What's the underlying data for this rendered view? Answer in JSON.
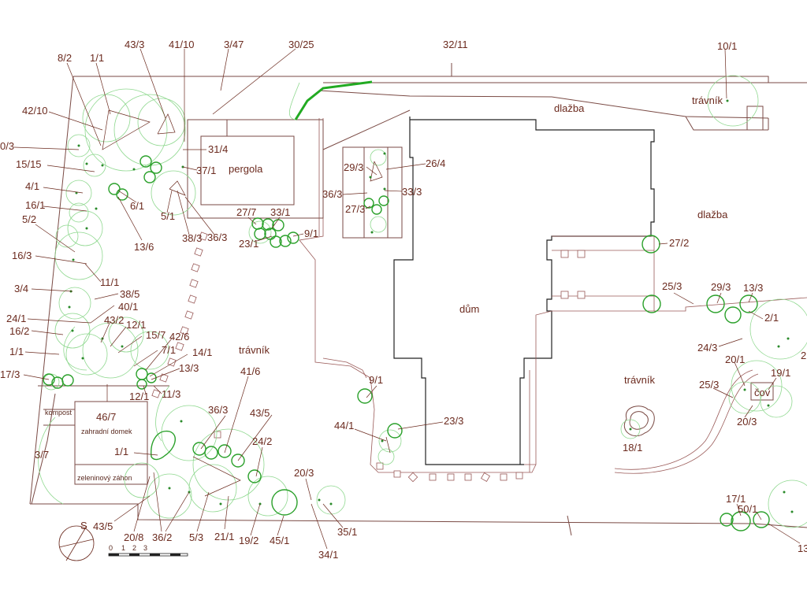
{
  "areas": {
    "pergola": "pergola",
    "dlazba_top": "dlažba",
    "dlazba_right": "dlažba",
    "travnik_top_right": "trávník",
    "travnik_center": "trávník",
    "travnik_right": "trávník",
    "dum": "dům",
    "cov": "čov",
    "kompost": "kompost",
    "zahradni_domek": "zahradní domek",
    "zeleninovy_zahon": "zeleninový záhon"
  },
  "north_label": "S",
  "scale_ticks": [
    "0",
    "1",
    "2",
    "3"
  ],
  "labels": {
    "l_43_3_top": "43/3",
    "l_41_10": "41/10",
    "l_3_47": "3/47",
    "l_30_25": "30/25",
    "l_32_11": "32/11",
    "l_10_1": "10/1",
    "l_8_2": "8/2",
    "l_1_1_top": "1/1",
    "l_42_10": "42/10",
    "l_0_3": "0/3",
    "l_15_15": "15/15",
    "l_4_1": "4/1",
    "l_16_1": "16/1",
    "l_5_2": "5/2",
    "l_16_3": "16/3",
    "l_3_4": "3/4",
    "l_24_1": "24/1",
    "l_16_2": "16/2",
    "l_1_1_left": "1/1",
    "l_17_3": "17/3",
    "l_31_4": "31/4",
    "l_37_1": "37/1",
    "l_6_1": "6/1",
    "l_5_1": "5/1",
    "l_13_6": "13/6",
    "l_38_3": "38/3",
    "l_36_3_a": "36/3",
    "l_11_1": "11/1",
    "l_38_5": "38/5",
    "l_40_1": "40/1",
    "l_43_2": "43/2",
    "l_12_1_a": "12/1",
    "l_15_7": "15/7",
    "l_42_6": "42/6",
    "l_7_1": "7/1",
    "l_14_1": "14/1",
    "l_13_3_a": "13/3",
    "l_12_1_b": "12/1",
    "l_11_3": "11/3",
    "l_46_7": "46/7",
    "l_3_7": "3/7",
    "l_1_1_bottom": "1/1",
    "l_27_7": "27/7",
    "l_33_1": "33/1",
    "l_9_1_a": "9/1",
    "l_23_1": "23/1",
    "l_29_3_a": "29/3",
    "l_26_4": "26/4",
    "l_36_3_b": "36/3",
    "l_33_3": "33/3",
    "l_27_3": "27/3",
    "l_41_6": "41/6",
    "l_36_3_c": "36/3",
    "l_43_5_a": "43/5",
    "l_24_2": "24/2",
    "l_20_3_a": "20/3",
    "l_9_1_b": "9/1",
    "l_44_1": "44/1",
    "l_23_3": "23/3",
    "l_43_5_b": "43/5",
    "l_20_8": "20/8",
    "l_36_2": "36/2",
    "l_5_3": "5/3",
    "l_21_1": "21/1",
    "l_19_2": "19/2",
    "l_45_1": "45/1",
    "l_35_1": "35/1",
    "l_34_1": "34/1",
    "l_27_2": "27/2",
    "l_25_3_a": "25/3",
    "l_29_3_b": "29/3",
    "l_13_3_b": "13/3",
    "l_2_1": "2/1",
    "l_24_3": "24/3",
    "l_20_1": "20/1",
    "l_19_1": "19/1",
    "l_25_3_b": "25/3",
    "l_20_3_b": "20/3",
    "l_18_1": "18/1",
    "l_17_1": "17/1",
    "l_50_1": "50/1",
    "l_13_edge": "13",
    "l_2_edge": "2"
  },
  "colors": {
    "label": "#6b2a1e",
    "boundary": "#7a4a44",
    "building": "#222222",
    "tree_canopy": "#8fd88f",
    "shrub": "#2aa02a",
    "hedge": "#22aa22"
  }
}
